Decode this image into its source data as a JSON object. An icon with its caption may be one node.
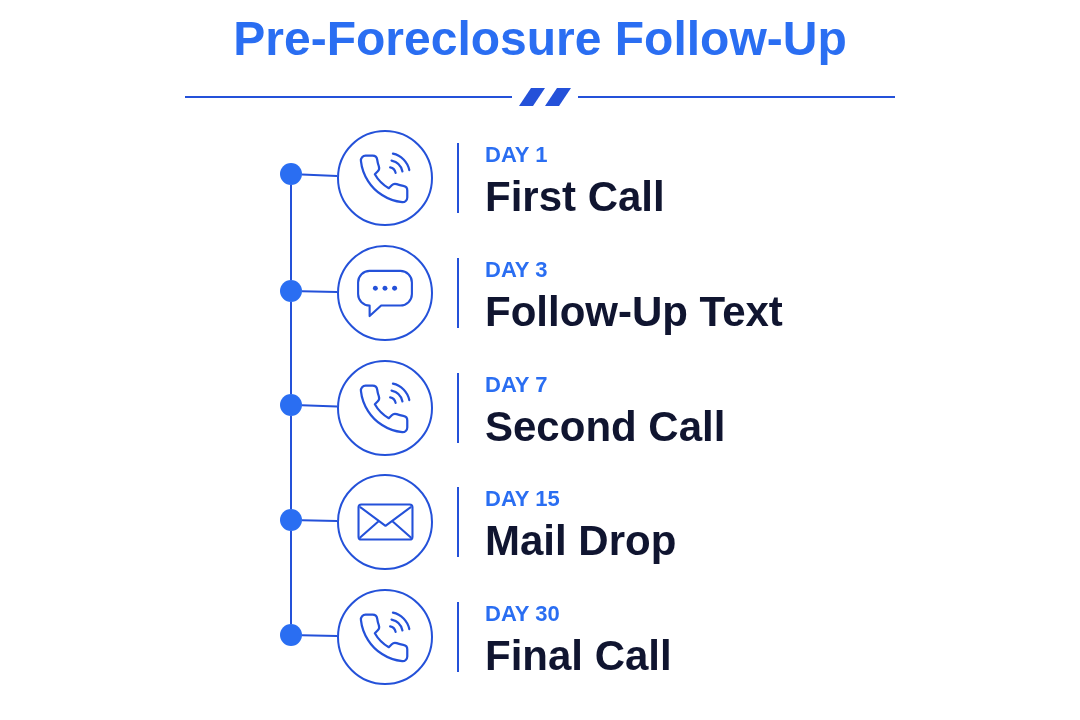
{
  "diagram": {
    "title": "Pre-Foreclosure Follow-Up",
    "nodes": [
      {
        "text": [],
        "shape": "dot"
      },
      {
        "text": [],
        "shape": "phone",
        "beside": [
          "DAY 1",
          "First Call"
        ]
      },
      {
        "text": [],
        "shape": "dot"
      },
      {
        "text": [],
        "shape": "chat",
        "beside": [
          "DAY 3",
          "Follow-Up Text"
        ]
      },
      {
        "text": [],
        "shape": "dot"
      },
      {
        "text": [],
        "shape": "phone",
        "beside": [
          "DAY 7",
          "Second Call"
        ]
      },
      {
        "text": [],
        "shape": "dot"
      },
      {
        "text": [],
        "shape": "envelope",
        "beside": [
          "DAY 15",
          "Mail Drop"
        ]
      },
      {
        "text": [],
        "shape": "dot"
      },
      {
        "text": [],
        "shape": "phone",
        "beside": [
          "DAY 30",
          "Final Call"
        ]
      }
    ],
    "edges": [
      {
        "from": 0,
        "to": 1,
        "arrow": "none"
      },
      {
        "from": 0,
        "to": 2,
        "arrow": "none"
      },
      {
        "from": 2,
        "to": 3,
        "arrow": "none"
      },
      {
        "from": 2,
        "to": 4,
        "arrow": "none"
      },
      {
        "from": 4,
        "to": 5,
        "arrow": "none"
      },
      {
        "from": 4,
        "to": 6,
        "arrow": "none"
      },
      {
        "from": 6,
        "to": 7,
        "arrow": "none"
      },
      {
        "from": 6,
        "to": 8,
        "arrow": "none"
      },
      {
        "from": 8,
        "to": 9,
        "arrow": "none"
      }
    ]
  }
}
